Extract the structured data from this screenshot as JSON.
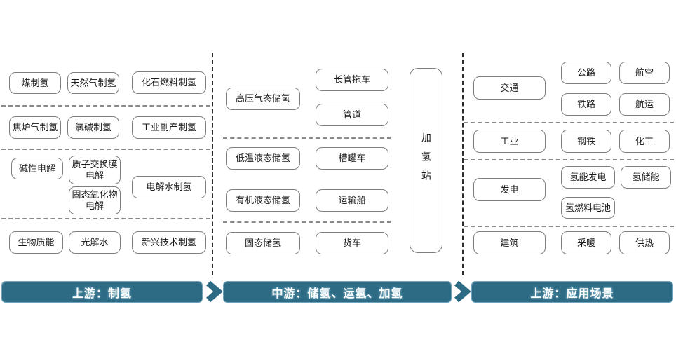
{
  "colors": {
    "banner_bg": "#2d6b85",
    "box_border": "#7f7f7f",
    "box_text": "#1a1a1a"
  },
  "upstream": {
    "banner": "上游：制氢",
    "rows": {
      "fossil": [
        "煤制氢",
        "天然气制氢",
        "化石燃料制氢"
      ],
      "industrial": [
        "焦炉气制氢",
        "氯碱制氢",
        "工业副产制氢"
      ],
      "electrolysis": [
        "碱性电解",
        "质子交换膜电解",
        "固态氧化物电解",
        "电解水制氢"
      ],
      "emerging": [
        "生物质能",
        "光解水",
        "新兴技术制氢"
      ]
    }
  },
  "midstream": {
    "banner": "中游：储氢、运氢、加氢",
    "storage": [
      "高压气态储氢",
      "低温液态储氢",
      "有机液态储氢",
      "固态储氢"
    ],
    "transport": [
      "长管拖车",
      "管道",
      "槽罐车",
      "运输船",
      "货车"
    ],
    "station": "加氢站"
  },
  "downstream": {
    "banner": "上游：应用场景",
    "groups": [
      {
        "category": "交通",
        "items": [
          "公路",
          "航空",
          "铁路",
          "航运"
        ]
      },
      {
        "category": "工业",
        "items": [
          "钢铁",
          "化工"
        ]
      },
      {
        "category": "发电",
        "items": [
          "氢能发电",
          "氢储能",
          "氢燃料电池"
        ]
      },
      {
        "category": "建筑",
        "items": [
          "采暖",
          "供热"
        ]
      }
    ]
  }
}
